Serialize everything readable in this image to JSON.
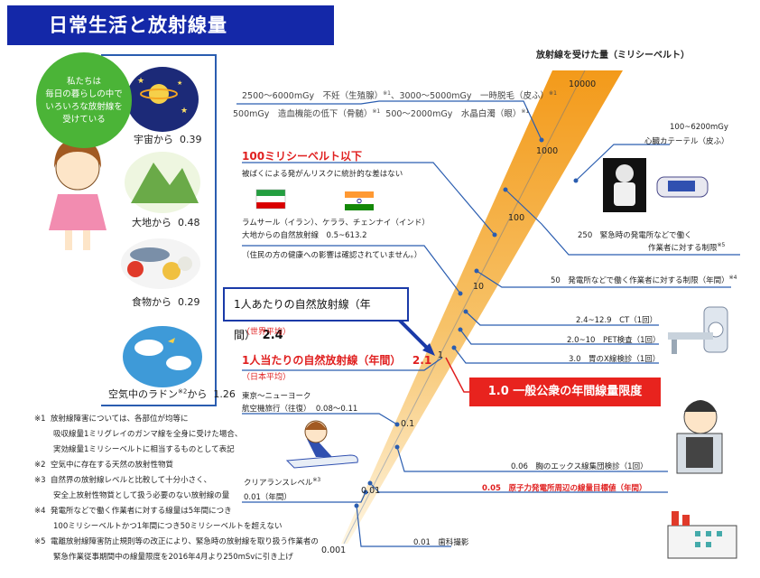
{
  "title": "日常生活と放射線量",
  "axis_title": "放射線を受けた量（ミリシーベルト）",
  "scale_ticks": [
    "10000",
    "1000",
    "100",
    "10",
    "1",
    "0.1",
    "0.01",
    "0.001"
  ],
  "bubble_text": [
    "私たちは",
    "毎日の暮らしの中で",
    "いろいろな放射線を",
    "受けている"
  ],
  "sources": [
    {
      "label": "宇宙から",
      "value": "0.39"
    },
    {
      "label": "大地から",
      "value": "0.48"
    },
    {
      "label": "食物から",
      "value": "0.29"
    },
    {
      "label": "空気中のラドン",
      "note": "※2",
      "suffix": "から",
      "value": "1.26"
    }
  ],
  "effects": {
    "row1a": "2500～6000mGy　不妊（生殖腺）",
    "row1a_note": "※1",
    "row1b": "、3000～5000mGy　一時脱毛（皮ふ）",
    "row1b_note": "※1",
    "row2a": "500mGy　造血機能の低下（骨髄）",
    "row2a_note": "※1",
    "row2b": "500～2000mGy　水晶白濁（眼）",
    "row2b_note": "※1"
  },
  "below100": {
    "heading": "100ミリシーベルト以下",
    "sub": "被ばくによる発がんリスクに統計的な差はない",
    "regions": "ラムサール（イラン）、ケララ、チェンナイ（インド）",
    "regions2": "大地からの自然放射線　0.5~613.2",
    "note": "（住民の方の健康への影響は確認されていません。）"
  },
  "world_box": {
    "label": "1人あたりの自然放射線（年間）",
    "value": "2.4",
    "sub": "（世界平均）"
  },
  "japan": {
    "label": "1人当たりの自然放射線（年間）",
    "value": "2.1",
    "sub": "（日本平均）"
  },
  "public_limit": "1.0 一般公衆の年間線量限度",
  "flight": {
    "line1": "東京～ニューヨーク",
    "line2": "航空機旅行（往復）",
    "value": "0.08～0.11"
  },
  "clearance": {
    "label": "クリアランスレベル",
    "note": "※3",
    "value": "0.01（年間）"
  },
  "right_items": [
    {
      "text": "100~6200mGy",
      "text2": "心臓カテーテル（皮ふ）"
    },
    {
      "text": "250　緊急時の発電所などで働く",
      "text2": "作業者に対する制限",
      "note": "※5"
    },
    {
      "text": "50　発電所などで働く作業者に対する制限（年間）",
      "note": "※4"
    },
    {
      "text": "2.4~12.9　CT（1回）"
    },
    {
      "text": "2.0~10　PET検査（1回）"
    },
    {
      "text": "3.0　胃のX線検診（1回）"
    },
    {
      "text": "0.06　胸のエックス線集団検診（1回）"
    },
    {
      "text": "0.05　原子力発電所周辺の線量目標値（年間）"
    },
    {
      "text": "0.01　歯科撮影"
    }
  ],
  "footnotes": [
    {
      "mark": "※1",
      "text": "放射線障害については、各部位が均等に"
    },
    {
      "mark": "",
      "text": "吸収線量1ミリグレイのガンマ線を全身に受けた場合、"
    },
    {
      "mark": "",
      "text": "実効線量1ミリシーベルトに相当するものとして表記"
    },
    {
      "mark": "※2",
      "text": "空気中に存在する天然の放射性物質"
    },
    {
      "mark": "※3",
      "text": "自然界の放射線レベルと比較して十分小さく、"
    },
    {
      "mark": "",
      "text": "安全上放射性物質として扱う必要のない放射線の量"
    },
    {
      "mark": "※4",
      "text": "発電所などで働く作業者に対する線量は5年間につき"
    },
    {
      "mark": "",
      "text": "100ミリシーベルトかつ1年間につき50ミリシーベルトを超えない"
    },
    {
      "mark": "※5",
      "text": "電離放射線障害防止規則等の改正により、緊急時の放射線を取り扱う作業者の"
    },
    {
      "mark": "",
      "text": "緊急作業従事期間中の線量限度を2016年4月より250mSvに引き上げ"
    }
  ],
  "colors": {
    "title_bg": "#1428a8",
    "frame": "#2a5db0",
    "beam_top": "#f29b1e",
    "beam_bottom": "#fff5dc",
    "red": "#e02020",
    "bubble": "#4bb437"
  }
}
